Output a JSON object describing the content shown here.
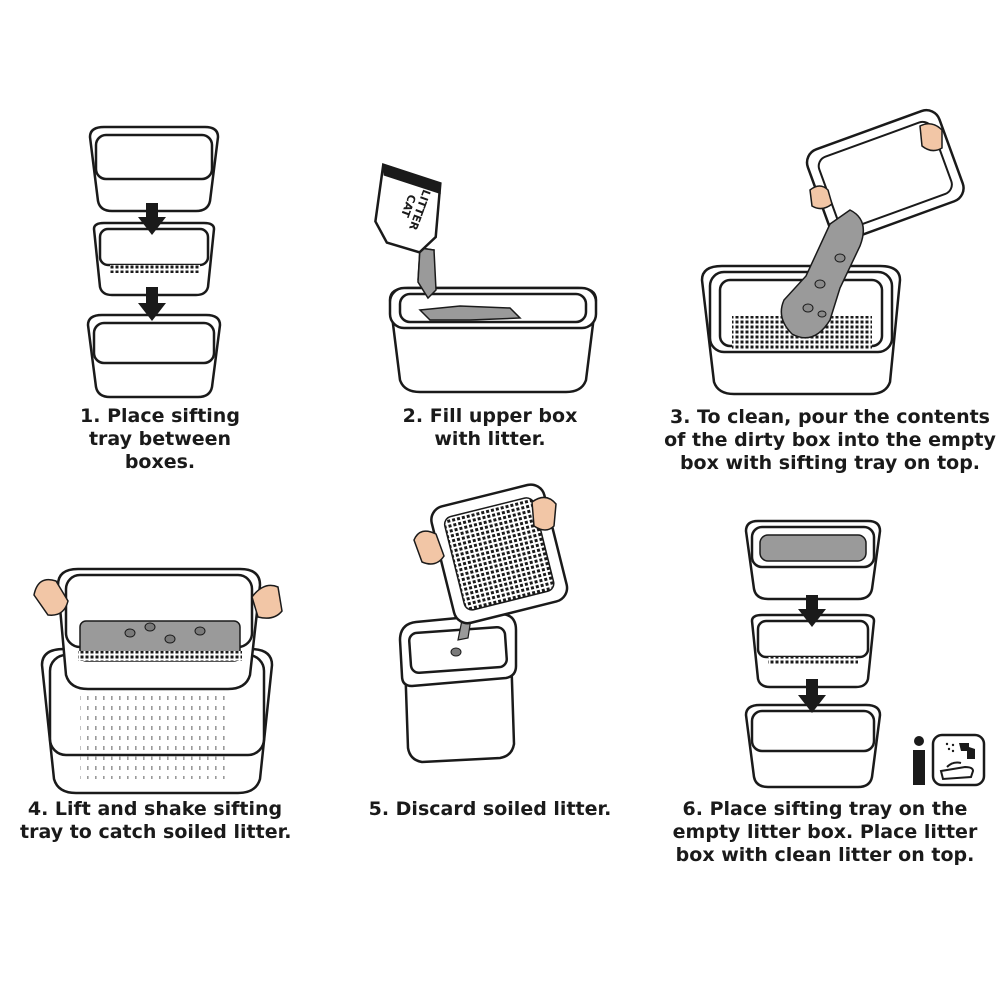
{
  "steps": [
    {
      "number": "1",
      "lines": [
        "1. Place sifting",
        "tray between",
        "boxes."
      ]
    },
    {
      "number": "2",
      "lines": [
        "2. Fill upper box",
        "with litter."
      ]
    },
    {
      "number": "3",
      "lines": [
        "3. To clean, pour the contents",
        "of the dirty box into the empty",
        "box with sifting tray on top."
      ]
    },
    {
      "number": "4",
      "lines": [
        "4. Lift and shake sifting",
        "tray to catch soiled litter."
      ]
    },
    {
      "number": "5",
      "lines": [
        "5. Discard soiled litter."
      ]
    },
    {
      "number": "6",
      "lines": [
        "6. Place sifting tray on the",
        "empty litter box. Place litter",
        "box with clean litter on top."
      ]
    }
  ],
  "bag_label": [
    "CAT",
    "LITTER"
  ],
  "icons": {
    "info": "info-icon",
    "cleaning": "spray-and-wipe-icon",
    "arrow": "down-arrow-icon",
    "hand": "hand-icon"
  },
  "colors": {
    "line": "#1a1a1a",
    "litter": "#9a9a9a",
    "skin": "#f2c6a6",
    "background": "#ffffff"
  }
}
